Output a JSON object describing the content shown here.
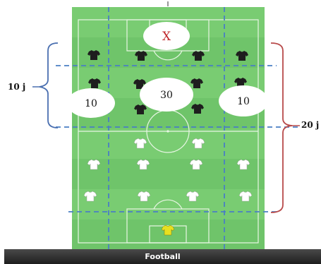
{
  "pitch": {
    "grass_color": "#6fc46a",
    "grass_stripe_color": "#79cc72",
    "line_color": "#e8f6e4",
    "zone_line_color": "#4a7fc4"
  },
  "labels": {
    "goal_marker": "X",
    "left_bracket": "10 j",
    "right_bracket": "20 j",
    "left_zone_count": "10",
    "center_zone_count": "30",
    "right_zone_count": "10"
  },
  "colors": {
    "goal_marker_text": "#c0282c",
    "left_bracket": "#4a6fb0",
    "right_bracket": "#b84a4a",
    "dark_team_shirt": "#1e1e1e",
    "light_team_shirt": "#ffffff",
    "goalkeeper_shirt": "#e8e020"
  },
  "footer": {
    "title": "Football"
  }
}
